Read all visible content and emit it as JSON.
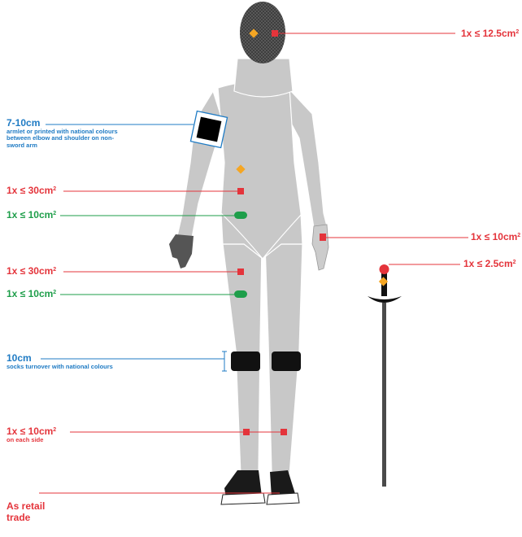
{
  "colors": {
    "red": "#e4343b",
    "green": "#1e9e4a",
    "blue": "#1f7bc4",
    "orange": "#f5a623",
    "suit": "#c8c8c8",
    "suit_outline": "#ffffff",
    "mask": "#3a3a3a",
    "knee": "#111111"
  },
  "labels": {
    "mask": {
      "text": "1x ≤ 12.5cm",
      "sup": "2"
    },
    "armlet": {
      "title": "7-10cm",
      "note": "armlet or printed with national colours between elbow and shoulder on non-sword arm"
    },
    "jacket_red": {
      "text": "1x ≤ 30cm",
      "sup": "2"
    },
    "jacket_green": {
      "text": "1x ≤ 10cm",
      "sup": "2"
    },
    "glove": {
      "text": "1x ≤ 10cm",
      "sup": "2"
    },
    "weapon": {
      "text": "1x ≤ 2.5cm",
      "sup": "2"
    },
    "trousers_red": {
      "text": "1x ≤ 30cm",
      "sup": "2"
    },
    "trousers_green": {
      "text": "1x ≤ 10cm",
      "sup": "2"
    },
    "socks": {
      "title": "10cm",
      "note": "socks turnover with national colours"
    },
    "socks_sides": {
      "text": "1x ≤ 10cm",
      "sup": "2",
      "note": "on each side"
    },
    "shoes": {
      "title": "As retail\ntrade"
    }
  }
}
